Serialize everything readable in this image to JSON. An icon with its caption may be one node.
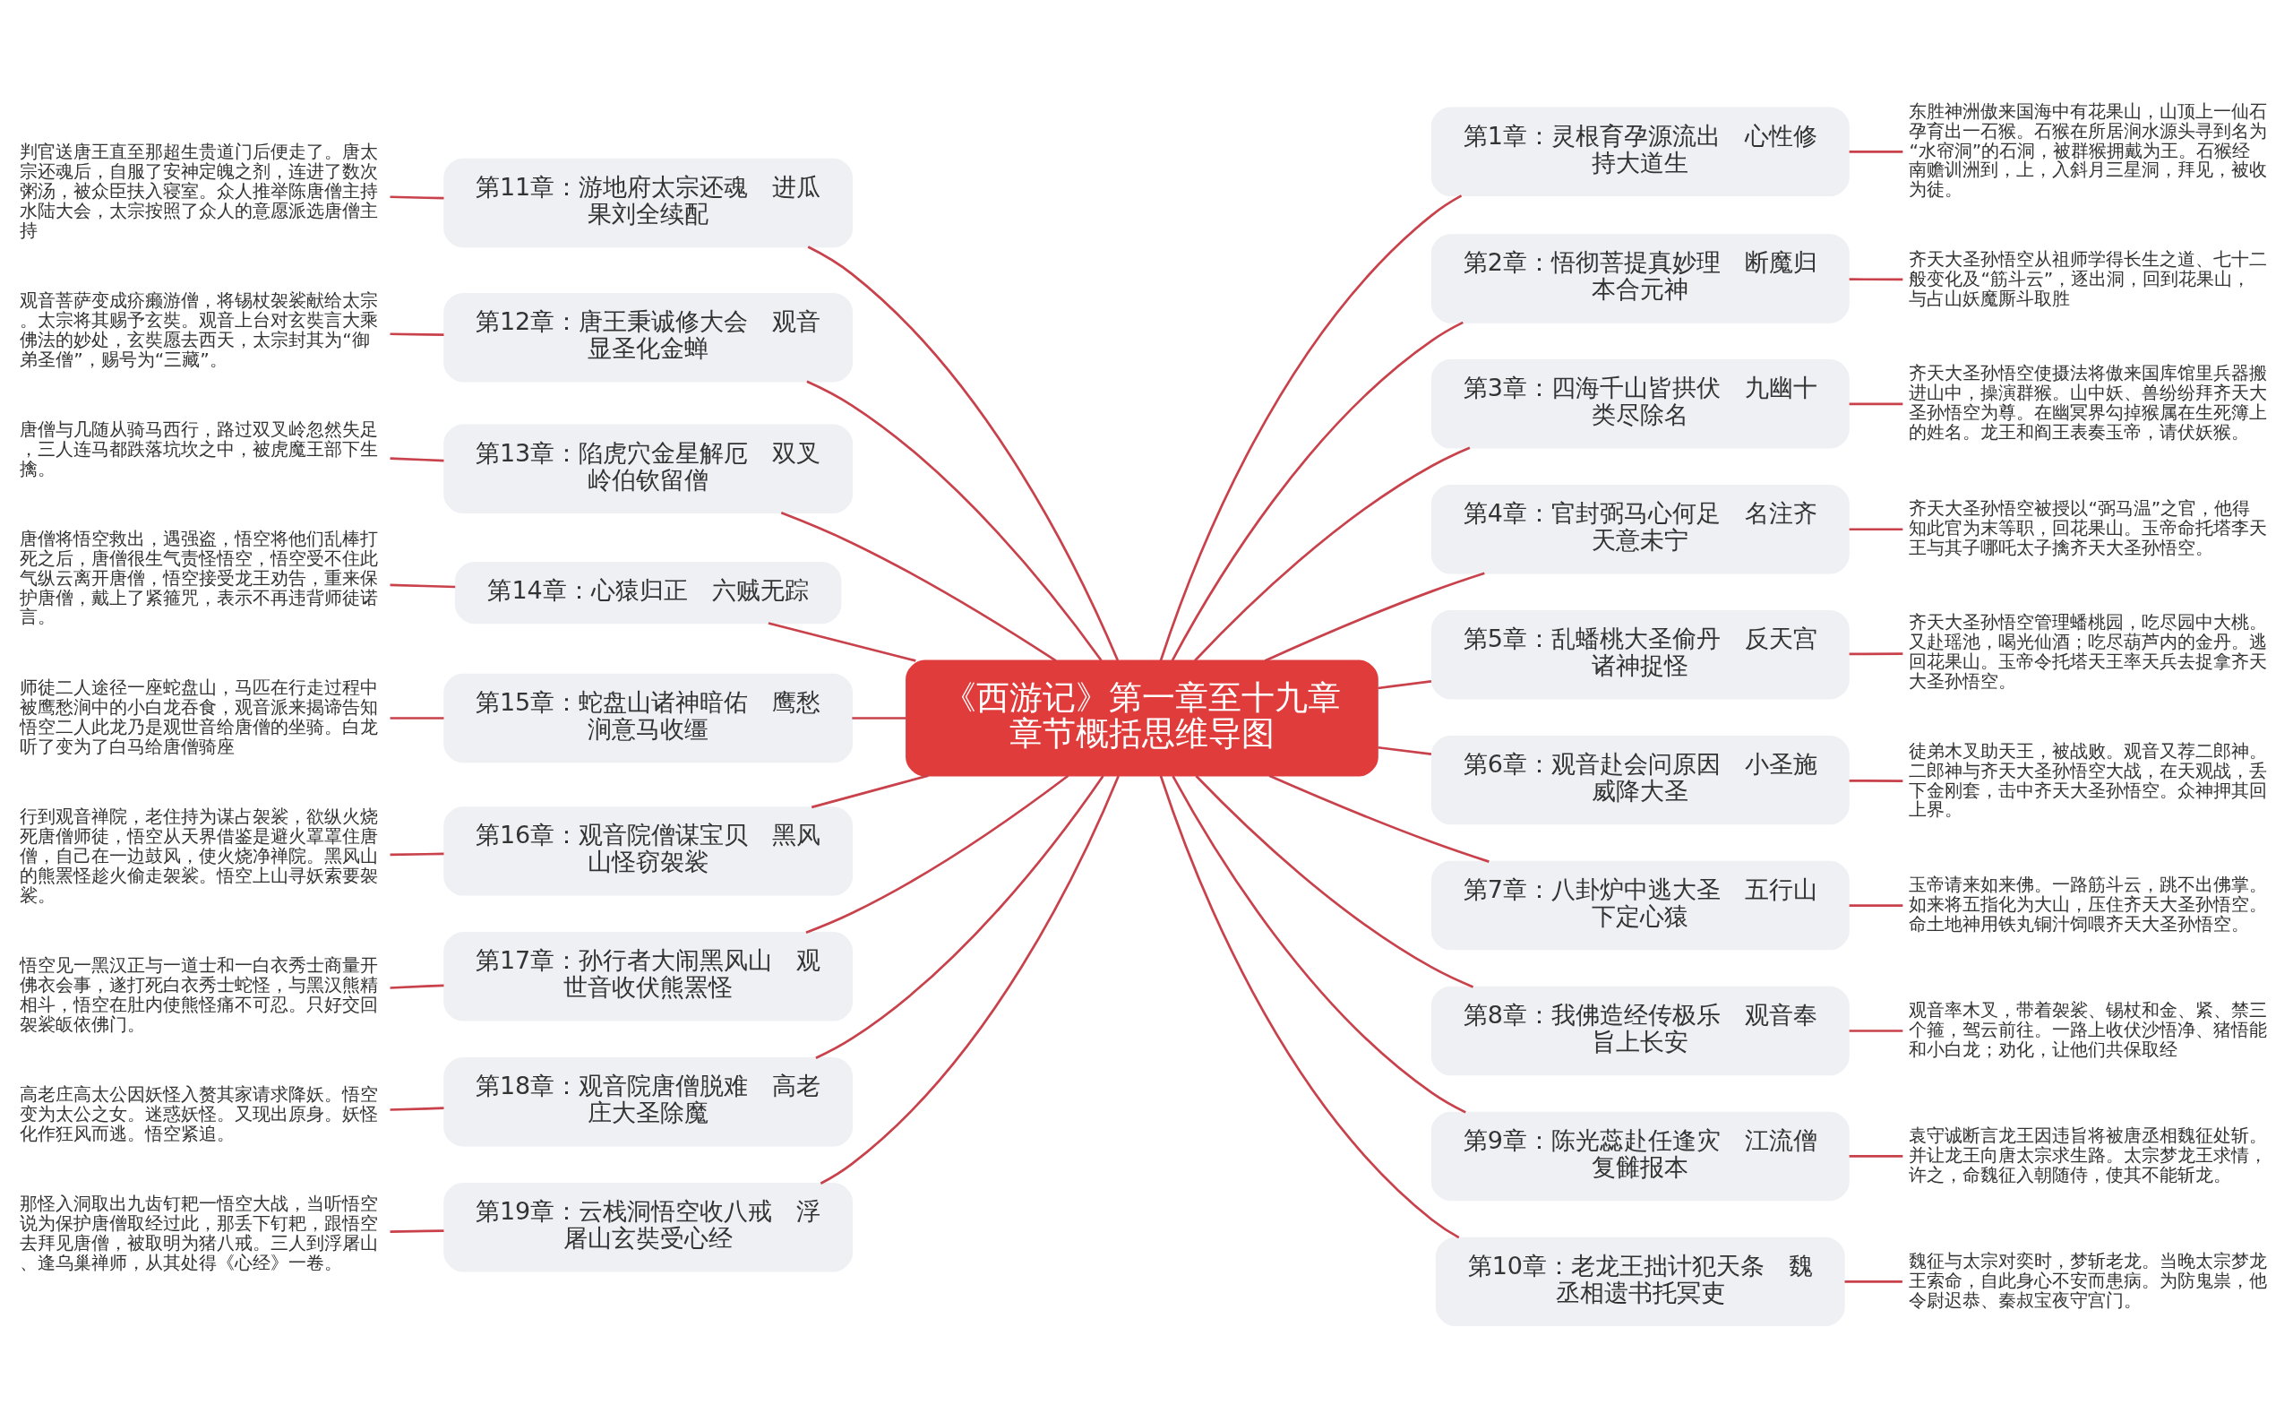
{
  "diagram": {
    "nodes": [
      {
        "text": [
          "《西游记》第一章至十九章章节概括思维导图"
        ]
      },
      {
        "text": [
          "第1章：灵根育孕源流出　心性修持大道生"
        ]
      },
      {
        "text": [
          "第2章：悟彻菩提真妙理　断魔归本合元神"
        ]
      },
      {
        "text": [
          "第3章：四海千山皆拱伏　九幽十类尽除名"
        ]
      },
      {
        "text": [
          "第4章：官封弼马心何足　名注齐天意未宁"
        ]
      },
      {
        "text": [
          "第5章：乱蟠桃大圣偷丹　反天宫诸神捉怪"
        ]
      },
      {
        "text": [
          "第6章：观音赴会问原因　小圣施威降大圣"
        ]
      },
      {
        "text": [
          "第7章：八卦炉中逃大圣　五行山下定心猿"
        ]
      },
      {
        "text": [
          "第8章：我佛造经传极乐　观音奉旨上长安"
        ]
      },
      {
        "text": [
          "第9章：陈光蕊赴任逢灾　江流僧复雠报本"
        ]
      },
      {
        "text": [
          "第10章：老龙王拙计犯天条　魏丞相遗书托冥吏"
        ]
      },
      {
        "text": [
          "第11章：游地府太宗还魂　进瓜果刘全续配"
        ]
      },
      {
        "text": [
          "第12章：唐王秉诚修大会　观音显圣化金蝉"
        ]
      },
      {
        "text": [
          "第13章：陷虎穴金星解厄　双叉岭伯钦留僧"
        ]
      },
      {
        "text": [
          "第14章：心猿归正　六贼无踪"
        ]
      },
      {
        "text": [
          "第15章：蛇盘山诸神暗佑　鹰愁涧意马收缰"
        ]
      },
      {
        "text": [
          "第16章：观音院僧谋宝贝　黑风山怪窃袈裟"
        ]
      },
      {
        "text": [
          "第17章：孙行者大闹黑风山　观世音收伏熊罴怪"
        ]
      },
      {
        "text": [
          "第18章：观音院唐僧脱难　高老庄大圣除魔"
        ]
      },
      {
        "text": [
          "第19章：云栈洞悟空收八戒　浮屠山玄奘受心经"
        ]
      },
      {
        "text": [
          "东胜神洲傲来国海中有花果山，山顶上一仙石孕育出一石猴。石猴在所居涧水源头寻到名为“水帘洞”的石洞，被群猴拥戴为王。石猴经南赡训洲到，上，入斜月三星洞，拜见，被收为徒。"
        ]
      },
      {
        "text": [
          "齐天大圣孙悟空从祖师学得长生之道、七十二般变化及“筋斗云”，逐出洞，回到花果山，与占山妖魔厮斗取胜"
        ]
      },
      {
        "text": [
          "齐天大圣孙悟空使摄法将傲来国库馆里兵器搬进山中，操演群猴。山中妖、兽纷纷拜齐天大圣孙悟空为尊。在幽冥界勾掉猴属在生死簿上的姓名。龙王和阎王表奏玉帝，请伏妖猴。"
        ]
      },
      {
        "text": [
          "齐天大圣孙悟空被授以“弼马温”之官，他得知此官为末等职，回花果山。玉帝命托塔李天王与其子哪吒太子擒齐天大圣孙悟空。"
        ]
      },
      {
        "text": [
          "齐天大圣孙悟空管理蟠桃园，吃尽园中大桃。又赴瑶池，喝光仙酒；吃尽葫芦内的金丹。逃回花果山。玉帝令托塔天王率天兵去捉拿齐天大圣孙悟空。"
        ]
      },
      {
        "text": [
          "徒弟木叉助天王，被战败。观音又荐二郎神。二郎神与齐天大圣孙悟空大战，在天观战，丢下金刚套，击中齐天大圣孙悟空。众神押其回上界。"
        ]
      },
      {
        "text": [
          "玉帝请来如来佛。一路筋斗云，跳不出佛掌。如来将五指化为大山，压住齐天大圣孙悟空。命土地神用铁丸铜汁饲喂齐天大圣孙悟空。"
        ]
      },
      {
        "text": [
          "观音率木叉，带着袈裟、锡杖和金、紧、禁三个箍，驾云前往。一路上收伏沙悟净、猪悟能和小白龙；劝化，让他们共保取经"
        ]
      },
      {
        "text": [
          "袁守诚断言龙王因违旨将被唐丞相魏征处斩。并让龙王向唐太宗求生路。太宗梦龙王求情，许之，命魏征入朝随侍，使其不能斩龙。"
        ]
      },
      {
        "text": [
          "魏征与太宗对奕时，梦斩老龙。当晚太宗梦龙王索命，自此身心不安而患病。为防鬼祟，他令尉迟恭、秦叔宝夜守宫门。"
        ]
      },
      {
        "text": [
          "判官送唐王直至那超生贵道门后便走了。唐太宗还魂后，自服了安神定魄之剂，连进了数次粥汤，被众臣扶入寝室。众人推举陈唐僧主持水陆大会，太宗按照了众人的意愿派选唐僧主持"
        ]
      },
      {
        "text": [
          "观音菩萨变成疥癞游僧，将锡杖袈裟献给太宗。太宗将其赐予玄奘。观音上台对玄奘言大乘佛法的妙处，玄奘愿去西天，太宗封其为“御弟圣僧”，赐号为“三藏”。"
        ]
      },
      {
        "text": [
          "唐僧与几随从骑马西行，路过双叉岭忽然失足，三人连马都跌落坑坎之中，被虎魔王部下生擒。"
        ]
      },
      {
        "text": [
          "唐僧将悟空救出，遇强盗，悟空将他们乱棒打死之后，唐僧很生气责怪悟空，悟空受不住此气纵云离开唐僧，悟空接受龙王劝告，重来保护唐僧，戴上了紧箍咒，表示不再违背师徒诺言。"
        ]
      },
      {
        "text": [
          "师徒二人途径一座蛇盘山，马匹在行走过程中被鹰愁涧中的小白龙吞食，观音派来揭谛告知悟空二人此龙乃是观世音给唐僧的坐骑。白龙听了变为了白马给唐僧骑座"
        ]
      },
      {
        "text": [
          "行到观音禅院，老住持为谋占袈裟，欲纵火烧死唐僧师徒，悟空从天界借鉴是避火罩罩住唐僧，自己在一边鼓风，使火烧净禅院。黑风山的熊罴怪趁火偷走袈裟。悟空上山寻妖索要袈裟。"
        ]
      },
      {
        "text": [
          "悟空见一黑汉正与一道士和一白衣秀士商量开佛衣会事，遂打死白衣秀士蛇怪，与黑汉熊精相斗，悟空在肚内使熊怪痛不可忍。只好交回袈裟皈依佛门。"
        ]
      },
      {
        "text": [
          "高老庄高太公因妖怪入赘其家请求降妖。悟空变为太公之女。迷惑妖怪。又现出原身。妖怪化作狂风而逃。悟空紧追。"
        ]
      },
      {
        "text": [
          "那怪入洞取出九齿钉耙一悟空大战，当听悟空说为保护唐僧取经过此，那丢下钉耙，跟悟空去拜见唐僧，被取明为猪八戒。三人到浮屠山、逢乌巢禅师，从其处得《心经》一卷。"
        ]
      }
    ],
    "edges": [
      {
        "from": 0,
        "to": 1,
        "arrow": "none"
      },
      {
        "from": 0,
        "to": 2,
        "arrow": "none"
      },
      {
        "from": 0,
        "to": 3,
        "arrow": "none"
      },
      {
        "from": 0,
        "to": 4,
        "arrow": "none"
      },
      {
        "from": 0,
        "to": 5,
        "arrow": "none"
      },
      {
        "from": 0,
        "to": 6,
        "arrow": "none"
      },
      {
        "from": 0,
        "to": 7,
        "arrow": "none"
      },
      {
        "from": 0,
        "to": 8,
        "arrow": "none"
      },
      {
        "from": 0,
        "to": 9,
        "arrow": "none"
      },
      {
        "from": 0,
        "to": 10,
        "arrow": "none"
      },
      {
        "from": 11,
        "to": 0,
        "arrow": "none"
      },
      {
        "from": 12,
        "to": 0,
        "arrow": "none"
      },
      {
        "from": 13,
        "to": 0,
        "arrow": "none"
      },
      {
        "from": 14,
        "to": 0,
        "arrow": "none"
      },
      {
        "from": 15,
        "to": 0,
        "arrow": "none"
      },
      {
        "from": 16,
        "to": 0,
        "arrow": "none"
      },
      {
        "from": 17,
        "to": 0,
        "arrow": "none"
      },
      {
        "from": 18,
        "to": 0,
        "arrow": "none"
      },
      {
        "from": 19,
        "to": 0,
        "arrow": "none"
      },
      {
        "from": 1,
        "to": 20,
        "arrow": "none"
      },
      {
        "from": 2,
        "to": 21,
        "arrow": "none"
      },
      {
        "from": 3,
        "to": 22,
        "arrow": "none"
      },
      {
        "from": 4,
        "to": 23,
        "arrow": "none"
      },
      {
        "from": 5,
        "to": 24,
        "arrow": "none"
      },
      {
        "from": 6,
        "to": 25,
        "arrow": "none"
      },
      {
        "from": 7,
        "to": 26,
        "arrow": "none"
      },
      {
        "from": 8,
        "to": 27,
        "arrow": "none"
      },
      {
        "from": 9,
        "to": 28,
        "arrow": "none"
      },
      {
        "from": 10,
        "to": 29,
        "arrow": "none"
      },
      {
        "from": 30,
        "to": 11,
        "arrow": "none"
      },
      {
        "from": 31,
        "to": 12,
        "arrow": "none"
      },
      {
        "from": 32,
        "to": 13,
        "arrow": "none"
      },
      {
        "from": 33,
        "to": 14,
        "arrow": "none"
      },
      {
        "from": 34,
        "to": 15,
        "arrow": "none"
      },
      {
        "from": 35,
        "to": 16,
        "arrow": "none"
      },
      {
        "from": 36,
        "to": 17,
        "arrow": "none"
      },
      {
        "from": 37,
        "to": 18,
        "arrow": "none"
      },
      {
        "from": 38,
        "to": 19,
        "arrow": "none"
      }
    ]
  }
}
